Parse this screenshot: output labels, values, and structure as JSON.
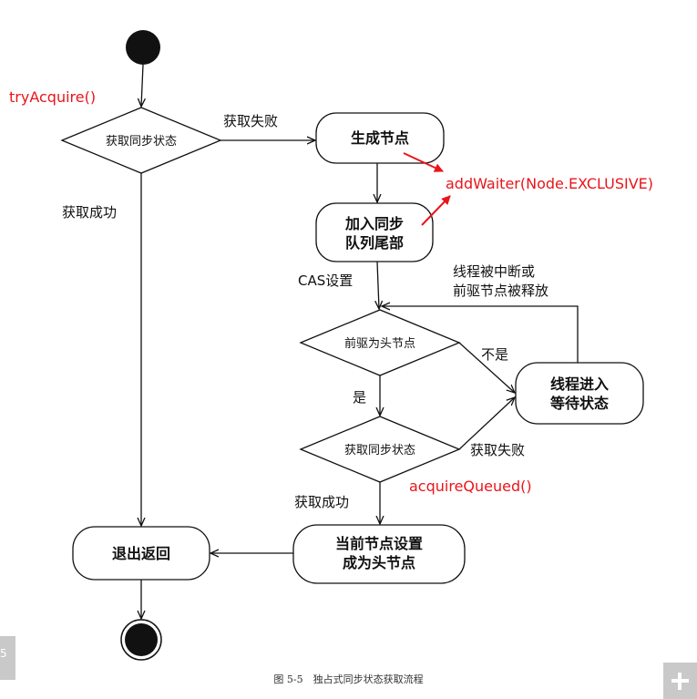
{
  "nodes": {
    "generate": "生成节点",
    "enqueue_line1": "加入同步",
    "enqueue_line2": "队列尾部",
    "wait_line1": "线程进入",
    "wait_line2": "等待状态",
    "set_head_line1": "当前节点设置",
    "set_head_line2": "成为头节点",
    "exit": "退出返回"
  },
  "decisions": {
    "get_state_1": "获取同步状态",
    "pred_is_head": "前驱为头节点",
    "get_state_2": "获取同步状态"
  },
  "edge_labels": {
    "fail_1": "获取失败",
    "success_1": "获取成功",
    "cas": "CAS设置",
    "interrupt_line1": "线程被中断或",
    "interrupt_line2": "前驱节点被释放",
    "not_yes": "不是",
    "yes": "是",
    "fail_2": "获取失败",
    "success_2": "获取成功"
  },
  "annotations": {
    "try_acquire": "tryAcquire()",
    "add_waiter": "addWaiter(Node.EXCLUSIVE)",
    "acquire_queued": "acquireQueued()"
  },
  "caption": "图 5-5　独占式同步状态获取流程",
  "page_tab": "5",
  "colors": {
    "line": "#111111",
    "annotation": "#e8151a",
    "background": "#ffffff"
  }
}
